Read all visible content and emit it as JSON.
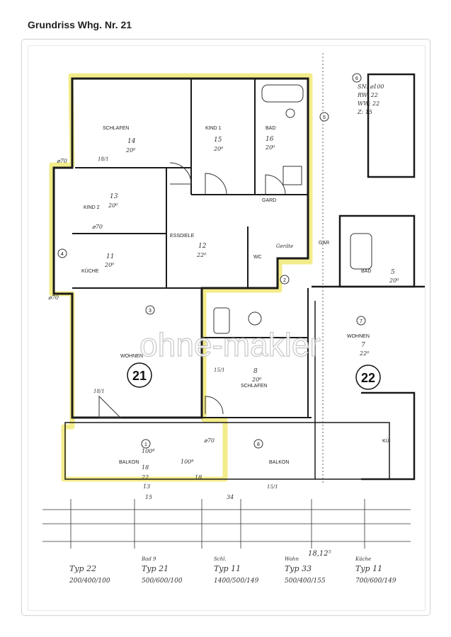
{
  "page": {
    "title": "Grundriss Whg. Nr. 21"
  },
  "watermark": "ohne-makler",
  "colors": {
    "highlight": "#f3ec8a",
    "wall": "#1a1a1a"
  },
  "units": [
    {
      "number": "21",
      "highlighted": true
    },
    {
      "number": "22",
      "highlighted": false
    }
  ],
  "rooms": {
    "schlafen_1": {
      "name": "SCHLAFEN",
      "area": "14",
      "dims": "20⁰"
    },
    "kind_1": {
      "name": "KIND 1",
      "area": "15",
      "dims": "20⁰"
    },
    "bad": {
      "name": "BAD",
      "area": "16",
      "dims": "20⁰"
    },
    "kind_2": {
      "name": "KIND 2",
      "area": "13",
      "dims": "20⁰"
    },
    "essdiele": {
      "name": "ESSDIELE",
      "area": "12",
      "dims": "22⁰"
    },
    "garderobe": {
      "name": "GARD"
    },
    "kueche": {
      "name": "KÜCHE",
      "area": "11",
      "dims": "20⁰"
    },
    "wc": {
      "name": "WC"
    },
    "wohnen": {
      "name": "WOHNEN"
    },
    "schlafen_2": {
      "name": "SCHLAFEN",
      "area": "8",
      "dims": "20⁰"
    },
    "balkon_1": {
      "name": "BALKON"
    },
    "balkon_2": {
      "name": "BALKON"
    },
    "wohnen_22": {
      "name": "WOHNEN",
      "area": "7",
      "dims": "22⁰"
    },
    "bad_22": {
      "name": "BAD",
      "area": "5",
      "dims": "20⁰"
    },
    "kueche_22": {
      "name": "KÜ"
    }
  },
  "annotations": {
    "sn": "SN: ⌀100",
    "rw": "RW: 22",
    "ww": "WW: 22",
    "z": "Z: 15",
    "d70a": "⌀70",
    "d70b": "⌀70",
    "d70c": "⌀70",
    "d70d": "⌀70",
    "h18a": "18/1",
    "h18b": "18/1",
    "h15": "15/1",
    "h15b": "15/1",
    "m100": "100⁸",
    "m100b": "100⁸",
    "m18": "18",
    "m22": "22",
    "m18b": "18",
    "m13": "13",
    "n15": "15",
    "n34": "34",
    "d1812": "18,12⁵",
    "gaeste": "Geräte",
    "garage": "GAR"
  },
  "types": [
    {
      "top": "",
      "name": "Typ 22",
      "dims": "200/400/100"
    },
    {
      "top": "Bad 9",
      "name": "Typ 21",
      "dims": "500/600/100"
    },
    {
      "top": "Schl.",
      "name": "Typ 11",
      "dims": "1400/500/149"
    },
    {
      "top": "Wohn",
      "name": "Typ 33",
      "dims": "500/400/155"
    },
    {
      "top": "Küche",
      "name": "Typ 11",
      "dims": "700/600/149"
    }
  ],
  "circled": [
    "1",
    "2",
    "3",
    "4",
    "5",
    "6",
    "7",
    "8"
  ]
}
